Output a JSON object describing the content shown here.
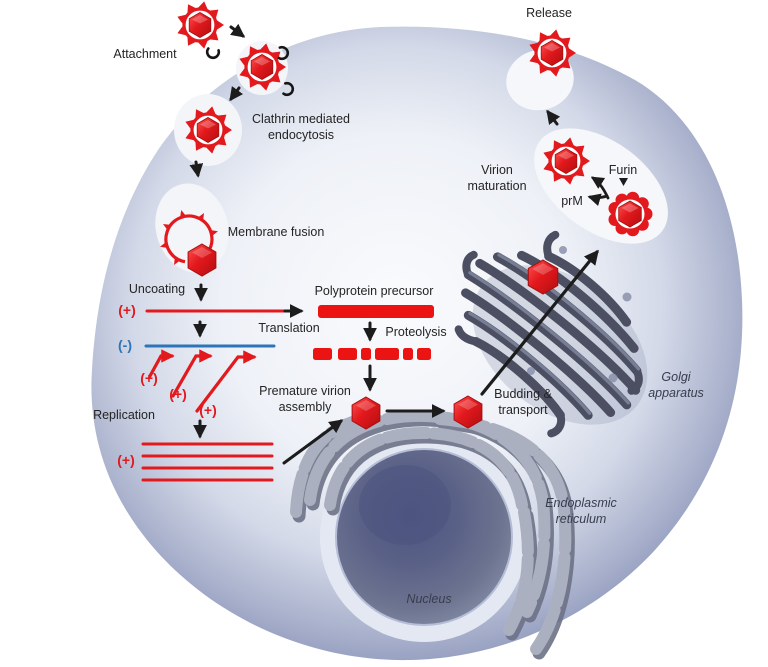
{
  "diagram": {
    "subject": "virus replication cycle in host cell",
    "labels": {
      "attachment": "Attachment",
      "clathrin_line1": "Clathrin mediated",
      "clathrin_line2": "endocytosis",
      "membrane_fusion": "Membrane fusion",
      "uncoating": "Uncoating",
      "translation": "Translation",
      "polyprotein_precursor": "Polyprotein precursor",
      "proteolysis": "Proteolysis",
      "premature_line1": "Premature virion",
      "premature_line2": "assembly",
      "replication": "Replication",
      "budding_line1": "Budding &",
      "budding_line2": "transport",
      "virion_maturation_line1": "Virion",
      "virion_maturation_line2": "maturation",
      "furin": "Furin",
      "prm": "prM",
      "release": "Release",
      "golgi_line1": "Golgi",
      "golgi_line2": "apparatus",
      "er_line1": "Endoplasmic",
      "er_line2": "reticulum",
      "nucleus": "Nucleus",
      "plus_strand": "(+)",
      "minus_strand": "(-)"
    },
    "colors": {
      "virus_red": "#e2191d",
      "minus_strand_blue": "#2e74b8",
      "cell_edge_blue": "#8a93b6",
      "nucleus_gray": "#6e7590",
      "golgi_gray": "#4b4f61",
      "er_gray": "#abb0c0",
      "arrow_black": "#1c1c1c"
    }
  }
}
